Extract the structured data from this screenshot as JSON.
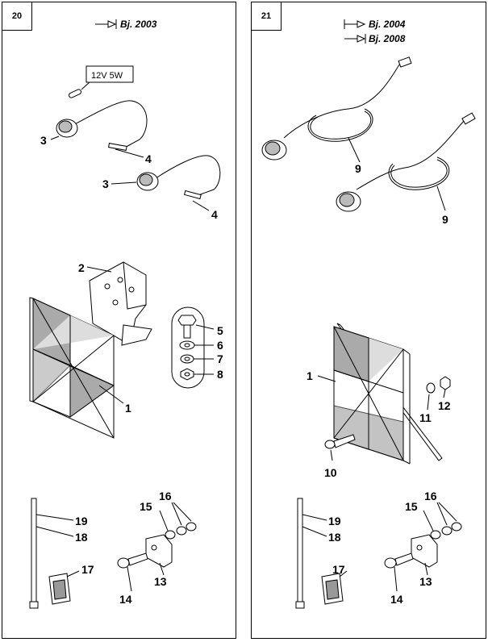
{
  "pages": [
    {
      "page_number": "20",
      "model_year_notes": [
        "Bj. 2003"
      ],
      "bulb_spec": "12V 5W",
      "callouts": {
        "lamp_a": "3",
        "lamp_b": "3",
        "clip_a": "4",
        "clip_b": "4",
        "bracket": "2",
        "bolt": "5",
        "washer": "6",
        "lockwasher": "7",
        "nut": "8",
        "reflector": "1",
        "tie_b": "19",
        "tie_a": "18",
        "tie_mount": "17",
        "clamp_screw": "14",
        "clamp": "13",
        "clamp_washer": "15",
        "clamp_nuts": "16"
      }
    },
    {
      "page_number": "21",
      "model_year_notes": [
        "Bj. 2004",
        "Bj. 2008"
      ],
      "callouts": {
        "cable_a": "9",
        "cable_b": "9",
        "reflector": "1",
        "bolt": "10",
        "washer": "11",
        "nut": "12",
        "tie_b": "19",
        "tie_a": "18",
        "tie_mount": "17",
        "clamp_screw": "14",
        "clamp": "13",
        "clamp_washer": "15",
        "clamp_nuts": "16"
      }
    }
  ]
}
